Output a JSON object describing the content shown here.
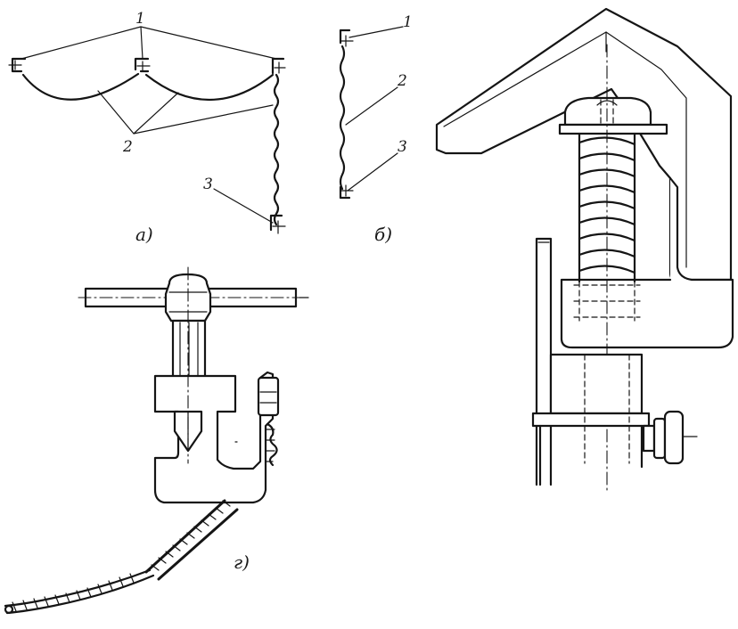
{
  "figure_a": {
    "caption": "а)",
    "callouts": {
      "c1": "1",
      "c2": "2",
      "c3": "3"
    }
  },
  "figure_b": {
    "caption": "б)",
    "callouts": {
      "c1": "1",
      "c2": "2",
      "c3": "3"
    }
  },
  "figure_g": {
    "caption": "г)"
  }
}
